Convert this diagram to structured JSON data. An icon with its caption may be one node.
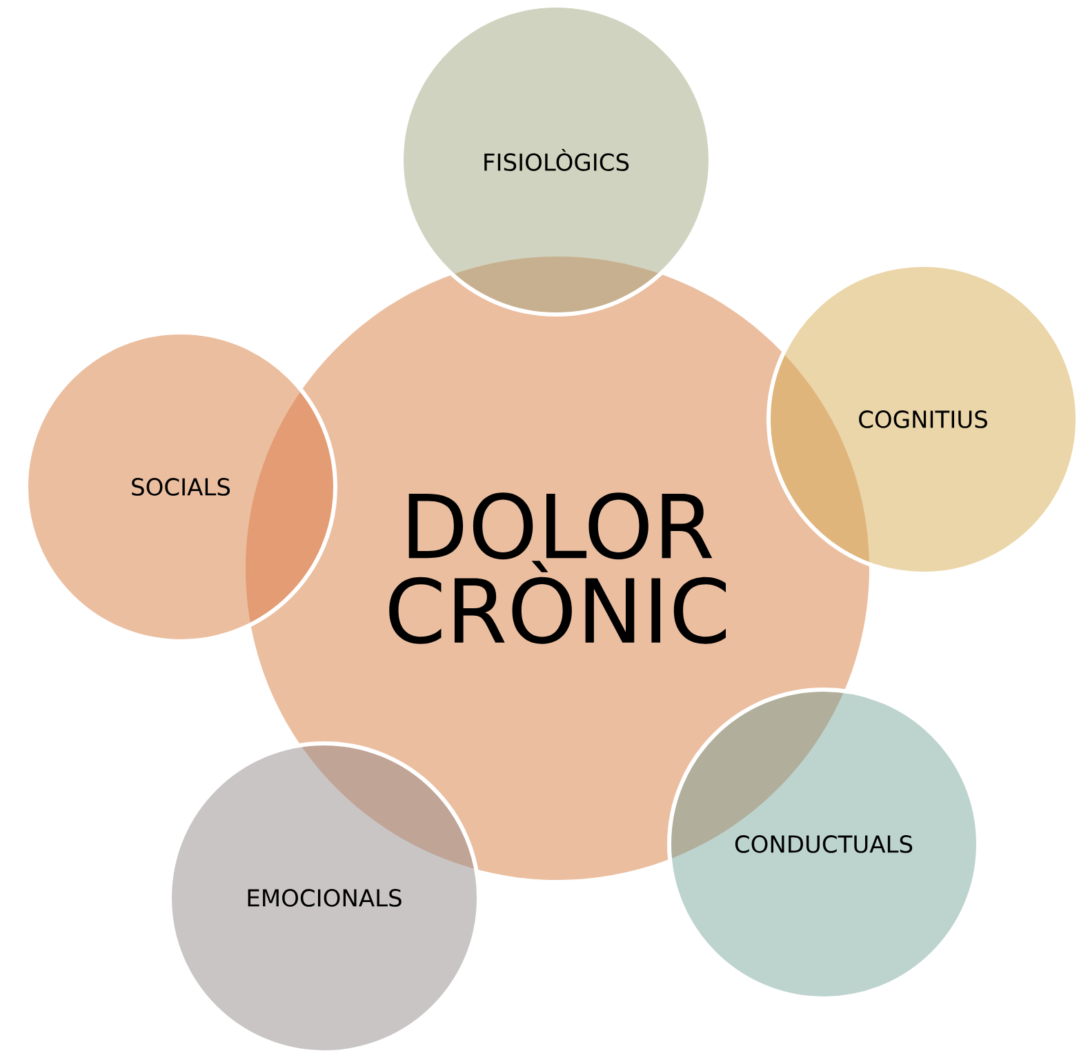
{
  "diagram": {
    "nodes": [
      {
        "text": [
          "DOLOR CRÒNIC"
        ]
      },
      {
        "text": [
          "FISIOLÒGICS"
        ]
      },
      {
        "text": [
          "COGNITIUS"
        ]
      },
      {
        "text": [
          "SOCIALS"
        ]
      },
      {
        "text": [
          "CONDUCTUALS"
        ]
      },
      {
        "text": [
          "EMOCIONALS"
        ]
      }
    ]
  }
}
